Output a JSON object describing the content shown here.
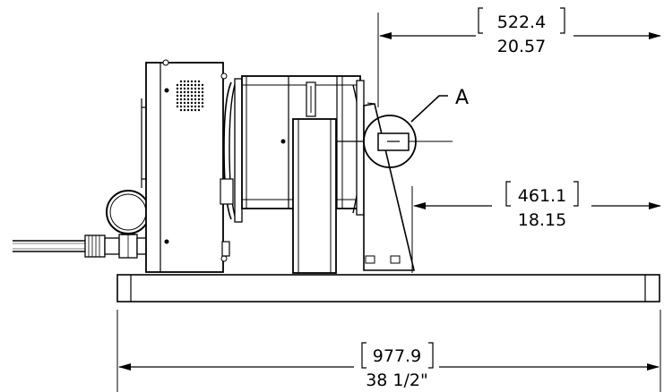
{
  "dimensions": {
    "top": {
      "metric": "522.4",
      "imperial": "20.57"
    },
    "middle": {
      "metric": "461.1",
      "imperial": "18.15"
    },
    "bottom": {
      "metric": "977.9",
      "imperial": "38 1/2\""
    }
  },
  "detail_label": "A",
  "colors": {
    "line": "#000000",
    "background": "#ffffff"
  }
}
